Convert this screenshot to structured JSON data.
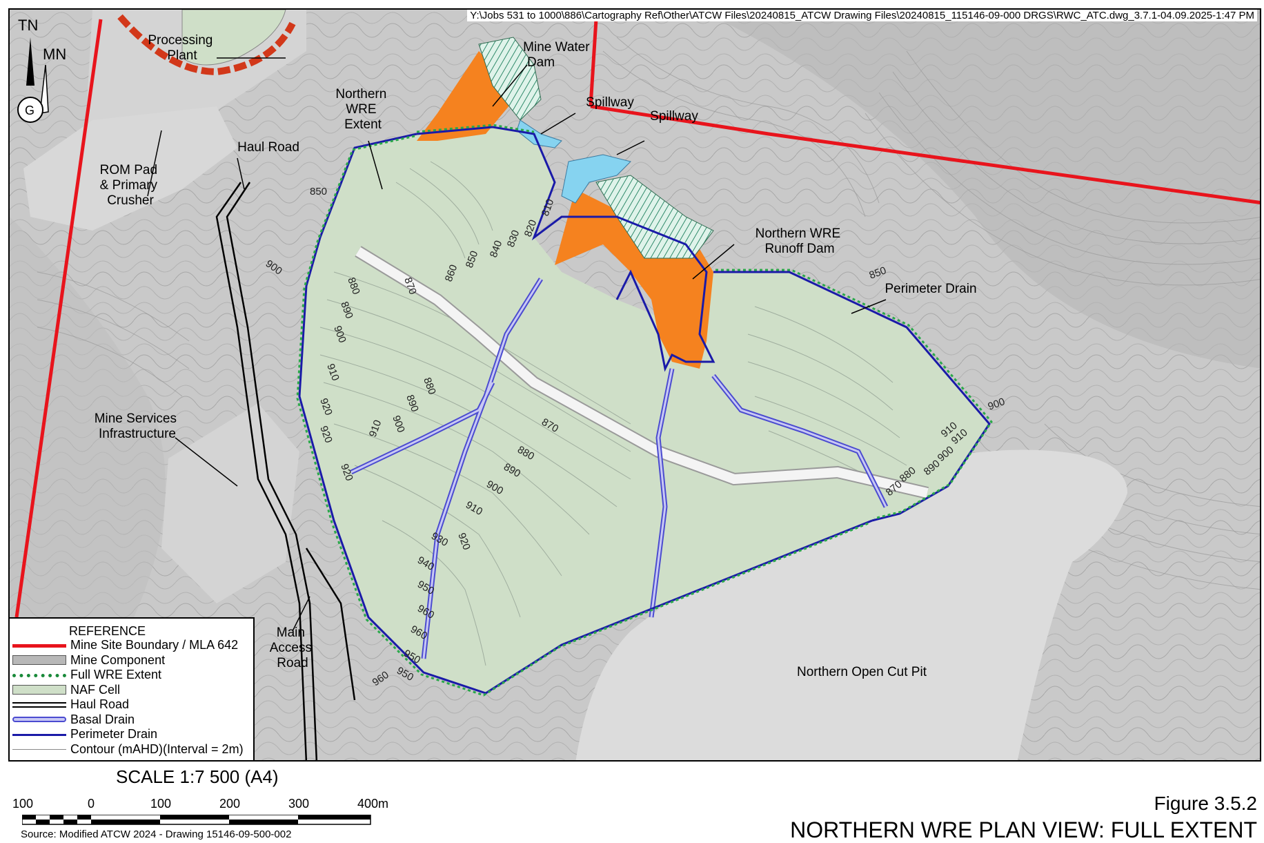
{
  "file_path": "Y:\\Jobs 531 to 1000\\886\\Cartography Ref\\Other\\ATCW Files\\20240815_ATCW Drawing Files\\20240815_115146-09-000 DRGS\\RWC_ATC.dwg_3.7.1-04.09.2025-1:47 PM",
  "north": {
    "true_north": "TN",
    "magnetic_north": "MN",
    "grid_symbol": "G"
  },
  "labels": {
    "processing_plant": [
      "Processing",
      "Plant"
    ],
    "mine_water_dam": [
      "Mine Water",
      "Dam"
    ],
    "northern_wre_extent": [
      "Northern",
      "WRE",
      "Extent"
    ],
    "spillway_1": "Spillway",
    "spillway_2": "Spillway",
    "haul_road": "Haul Road",
    "rom_pad": [
      "ROM Pad",
      "& Primary",
      "Crusher"
    ],
    "runoff_dam": [
      "Northern WRE",
      "Runoff Dam"
    ],
    "perimeter_drain": "Perimeter Drain",
    "mine_services": [
      "Mine Services",
      "Infrastructure"
    ],
    "main_access_road": [
      "Main",
      "Access",
      "Road"
    ],
    "open_cut_pit": "Northern Open Cut Pit"
  },
  "contour_labels": [
    "850",
    "900",
    "810",
    "820",
    "830",
    "840",
    "850",
    "860",
    "870",
    "880",
    "890",
    "900",
    "910",
    "920",
    "920",
    "920",
    "910",
    "900",
    "890",
    "880",
    "870",
    "880",
    "890",
    "900",
    "910",
    "920",
    "930",
    "940",
    "950",
    "960",
    "950",
    "960",
    "950",
    "960",
    "850",
    "900",
    "910",
    "900",
    "890",
    "880",
    "870",
    "910"
  ],
  "legend": {
    "title": "REFERENCE",
    "items": [
      {
        "label": "Mine Site Boundary / MLA 642",
        "symbol": "red-line",
        "color": "#e8141c"
      },
      {
        "label": "Mine Component",
        "symbol": "grey-fill",
        "color": "#b8b8b8"
      },
      {
        "label": "Full WRE Extent",
        "symbol": "green-dash",
        "color": "#1a8a3a"
      },
      {
        "label": "NAF Cell",
        "symbol": "pale-green-fill",
        "color": "#cfdfc8"
      },
      {
        "label": "Haul Road",
        "symbol": "double-black-line",
        "color": "#000000"
      },
      {
        "label": "Basal Drain",
        "symbol": "blue-double-line",
        "color": "#7070e0"
      },
      {
        "label": "Perimeter Drain",
        "symbol": "navy-line",
        "color": "#1a1aa8"
      },
      {
        "label": "Contour (mAHD)(Interval = 2m)",
        "symbol": "thin-grey-line",
        "color": "#8a8a8a"
      }
    ]
  },
  "scale": {
    "label": "SCALE 1:7 500 (A4)",
    "ticks": [
      "100",
      "0",
      "100",
      "200",
      "300",
      "400m"
    ]
  },
  "source": "Source: Modified ATCW 2024 - Drawing 15146-09-500-002",
  "figure": {
    "number": "Figure 3.5.2",
    "title": "NORTHERN WRE PLAN VIEW: FULL EXTENT"
  },
  "colors": {
    "terrain": "#cfcfcf",
    "naf_cell": "#cfdfc8",
    "boundary": "#e8141c",
    "perimeter_drain": "#1a1aa8",
    "wre_extent": "#1a8a3a",
    "dam_fill": "#f5821f",
    "spillway": "#86d3f0",
    "pit": "#dcdcdc"
  }
}
